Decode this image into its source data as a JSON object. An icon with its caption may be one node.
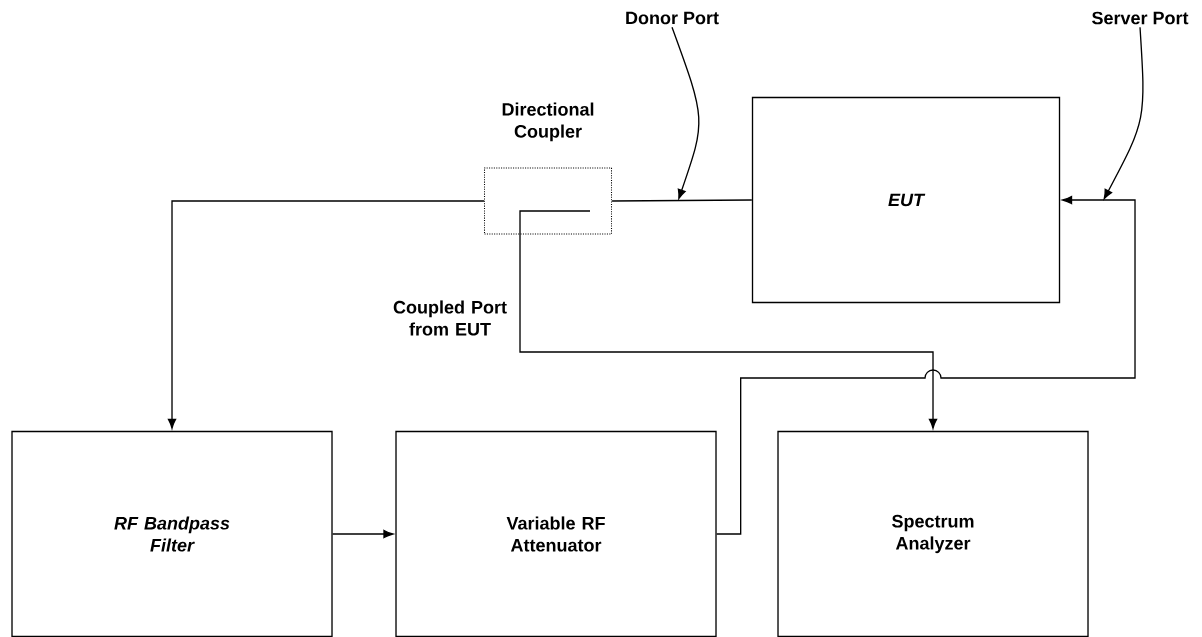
{
  "diagram": {
    "nodes": [
      {
        "text": [
          "EUT"
        ]
      },
      {
        "text": [
          "Directional Coupler"
        ]
      },
      {
        "text": [
          "RF Bandpass Filter"
        ]
      },
      {
        "text": [
          "Variable RF Attenuator"
        ]
      },
      {
        "text": [
          "Spectrum Analyzer"
        ]
      },
      {
        "text": [
          "Donor Port"
        ]
      },
      {
        "text": [
          "Server Port"
        ]
      }
    ],
    "edges": [
      {
        "from": 0,
        "to": 1,
        "arrow": "none"
      },
      {
        "from": 1,
        "to": 2,
        "arrow": "to"
      },
      {
        "from": 1,
        "to": 4,
        "arrow": "to"
      },
      {
        "from": 2,
        "to": 3,
        "arrow": "to"
      },
      {
        "from": 3,
        "to": 0,
        "arrow": "to"
      },
      {
        "from": 5,
        "to": null,
        "arrow": "to"
      },
      {
        "from": 6,
        "to": null,
        "arrow": "to"
      }
    ],
    "labels": [
      "Coupled Port from EUT"
    ]
  }
}
